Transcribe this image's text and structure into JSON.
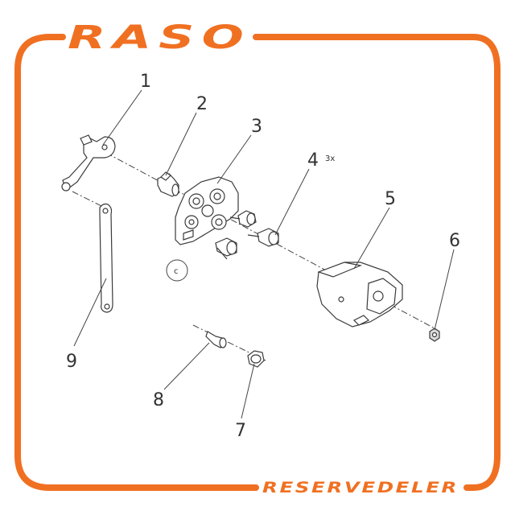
{
  "brand": {
    "logo_text": "RASO",
    "footer_text": "RESERVEDELER",
    "accent_color": "#f07022"
  },
  "callouts": {
    "part_1": "1",
    "part_2": "2",
    "part_3": "3",
    "part_4": "4",
    "part_4_qty": "3x",
    "part_5": "5",
    "part_6": "6",
    "part_7": "7",
    "part_8": "8",
    "part_9": "9",
    "detail_c": "c"
  }
}
